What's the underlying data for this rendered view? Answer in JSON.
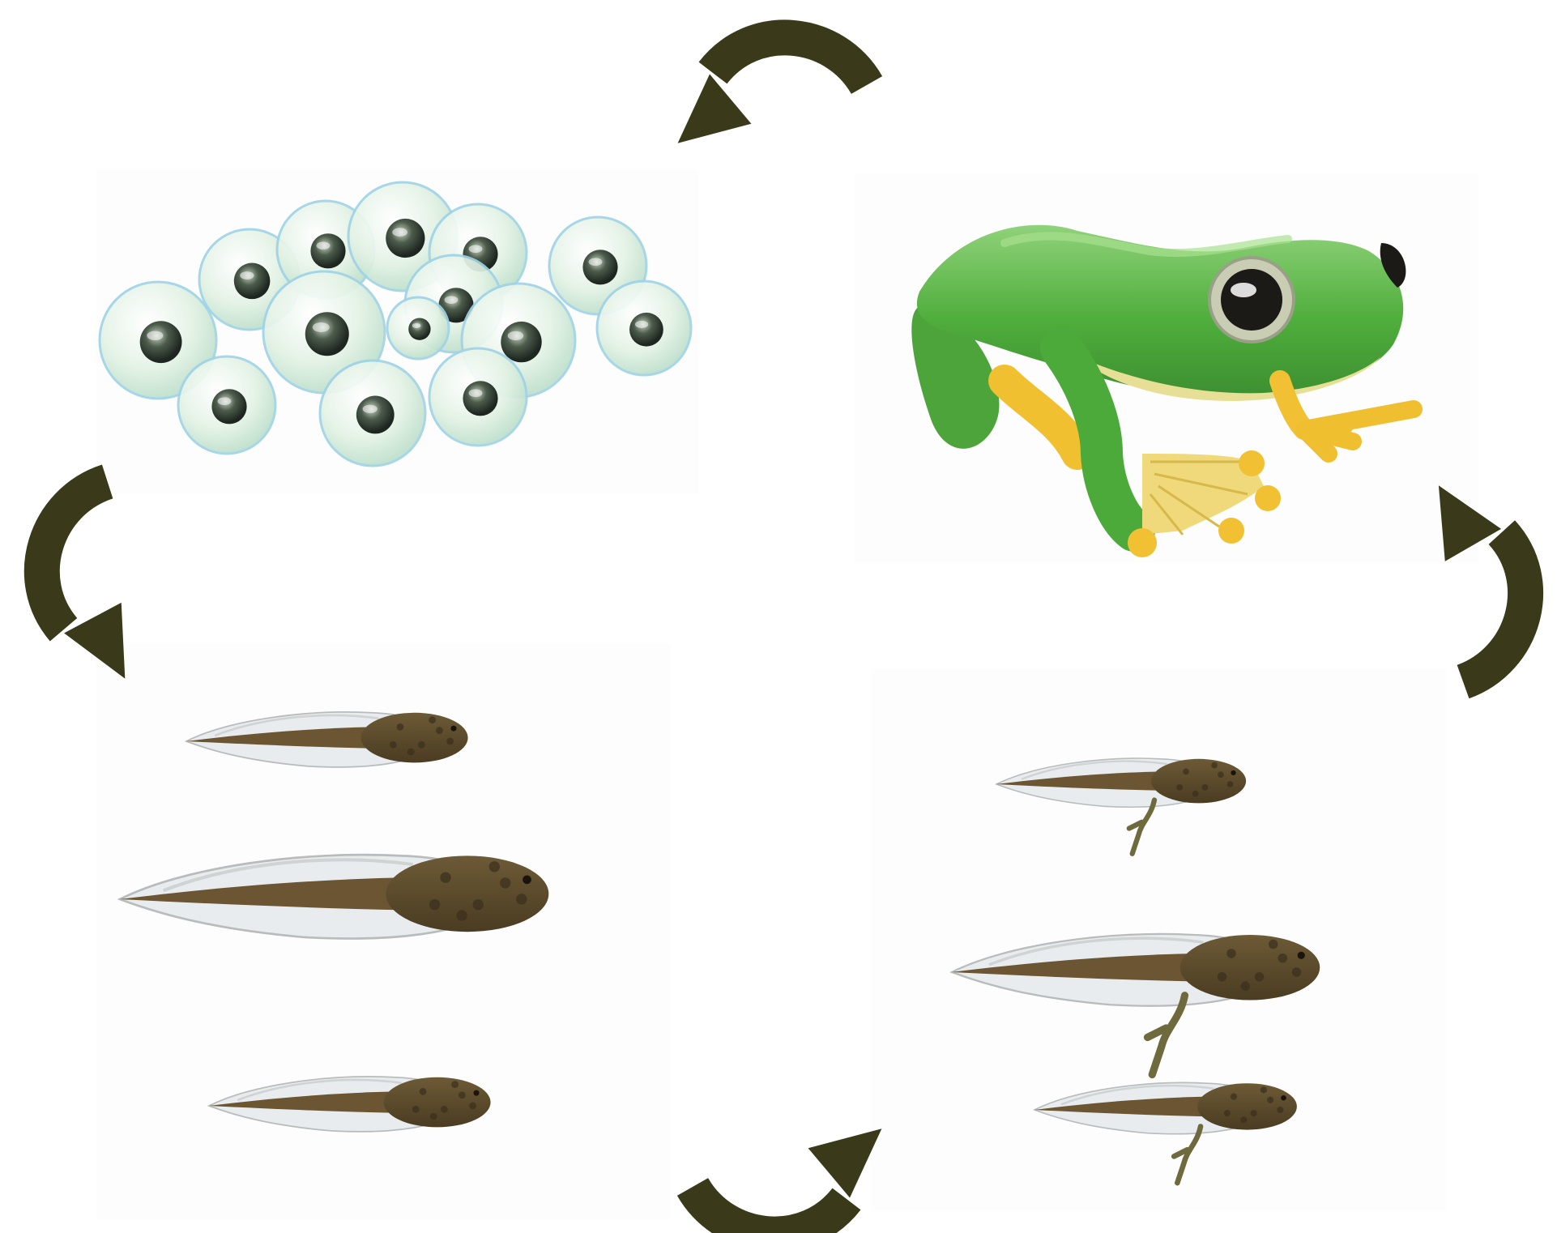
{
  "diagram": {
    "colors": {
      "arrow": "#3a3a1a",
      "frog_body": "#5fb84a",
      "frog_belly": "#e8d98a",
      "frog_toes": "#f2c033",
      "egg_jelly": "#d6eedc",
      "egg_outline": "#9fd3e6",
      "egg_core": "#2e3a30",
      "tadpole_body": "#5a4a2e",
      "tadpole_fin": "#e8ecee"
    },
    "stages": [
      {
        "id": "eggs",
        "icon": "frog-egg-cluster"
      },
      {
        "id": "tadpoles",
        "icon": "tadpole-group"
      },
      {
        "id": "tadpoles-with-legs",
        "icon": "tadpole-with-legs-group"
      },
      {
        "id": "adult-frog",
        "icon": "tree-frog"
      }
    ],
    "arrows": [
      {
        "from": "adult-frog",
        "to": "eggs",
        "icon": "curved-arrow-icon"
      },
      {
        "from": "eggs",
        "to": "tadpoles",
        "icon": "curved-arrow-icon"
      },
      {
        "from": "tadpoles",
        "to": "tadpoles-with-legs",
        "icon": "curved-arrow-icon"
      },
      {
        "from": "tadpoles-with-legs",
        "to": "adult-frog",
        "icon": "curved-arrow-icon"
      }
    ]
  }
}
